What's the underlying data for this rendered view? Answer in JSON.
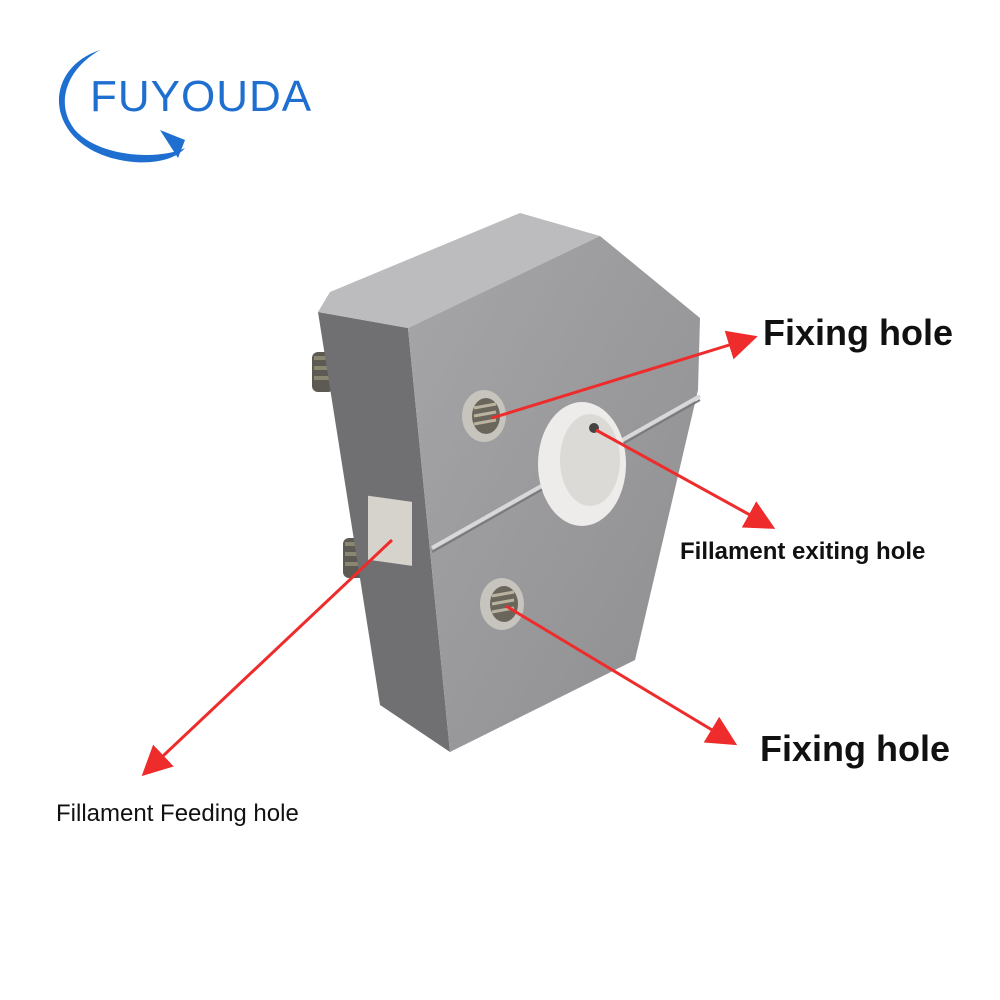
{
  "brand": {
    "name": "FUYOUDA",
    "color": "#1e6fd0"
  },
  "callouts": {
    "fixing_hole_top": "Fixing hole",
    "filament_exiting_hole": "Fillament exiting hole",
    "fixing_hole_bottom": "Fixing hole",
    "filament_feeding_hole": "Fillament Feeding  hole"
  },
  "colors": {
    "arrow": "#ee2c2c",
    "block_face": "#9a9a9c",
    "block_side": "#6f6f72",
    "block_top": "#b8b8ba"
  }
}
